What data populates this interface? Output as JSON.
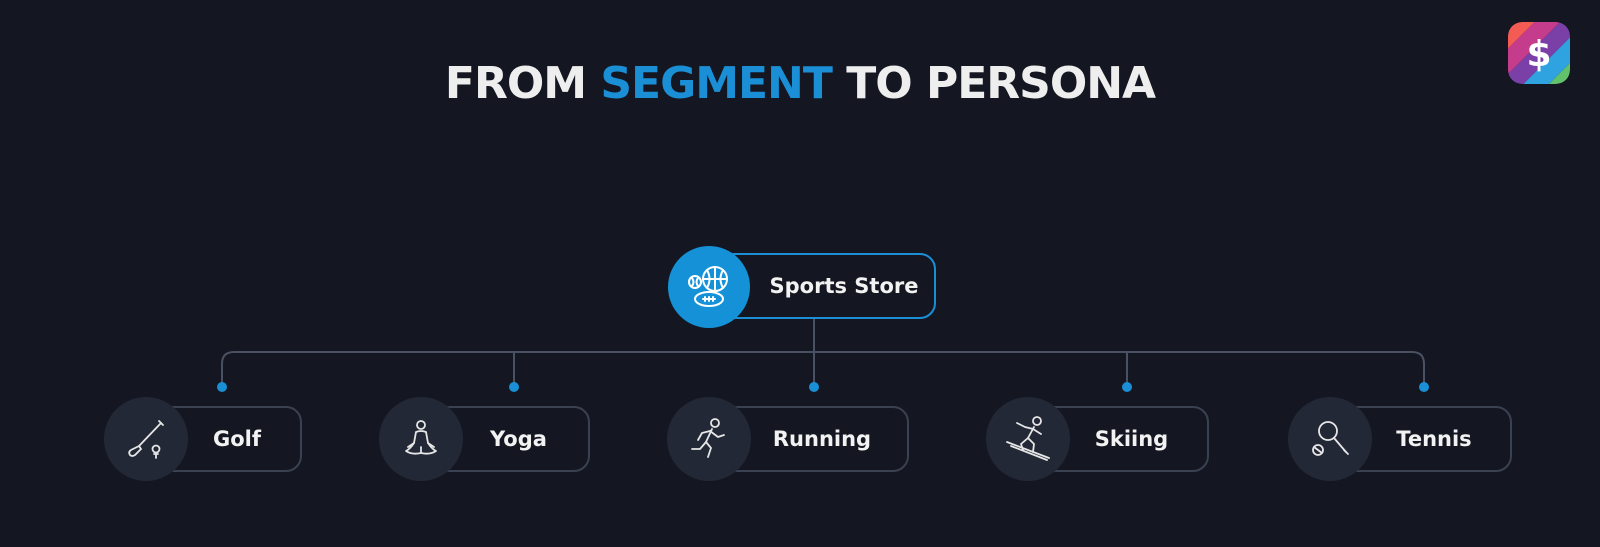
{
  "title": {
    "before": "FROM ",
    "highlight": "SEGMENT",
    "after": " TO PERSONA"
  },
  "colors": {
    "background": "#141721",
    "accent": "#1a8fd6",
    "node_circle": "#232837",
    "connector": "#4a5162"
  },
  "logo": {
    "icon": "dollar-sign-logo-icon",
    "glyph": "$"
  },
  "root": {
    "label": "Sports Store",
    "icon": "sports-balls-icon"
  },
  "segments": [
    {
      "label": "Golf",
      "icon": "golf-club-icon"
    },
    {
      "label": "Yoga",
      "icon": "yoga-meditation-icon"
    },
    {
      "label": "Running",
      "icon": "runner-icon"
    },
    {
      "label": "Skiing",
      "icon": "skier-icon"
    },
    {
      "label": "Tennis",
      "icon": "tennis-racket-icon"
    }
  ]
}
